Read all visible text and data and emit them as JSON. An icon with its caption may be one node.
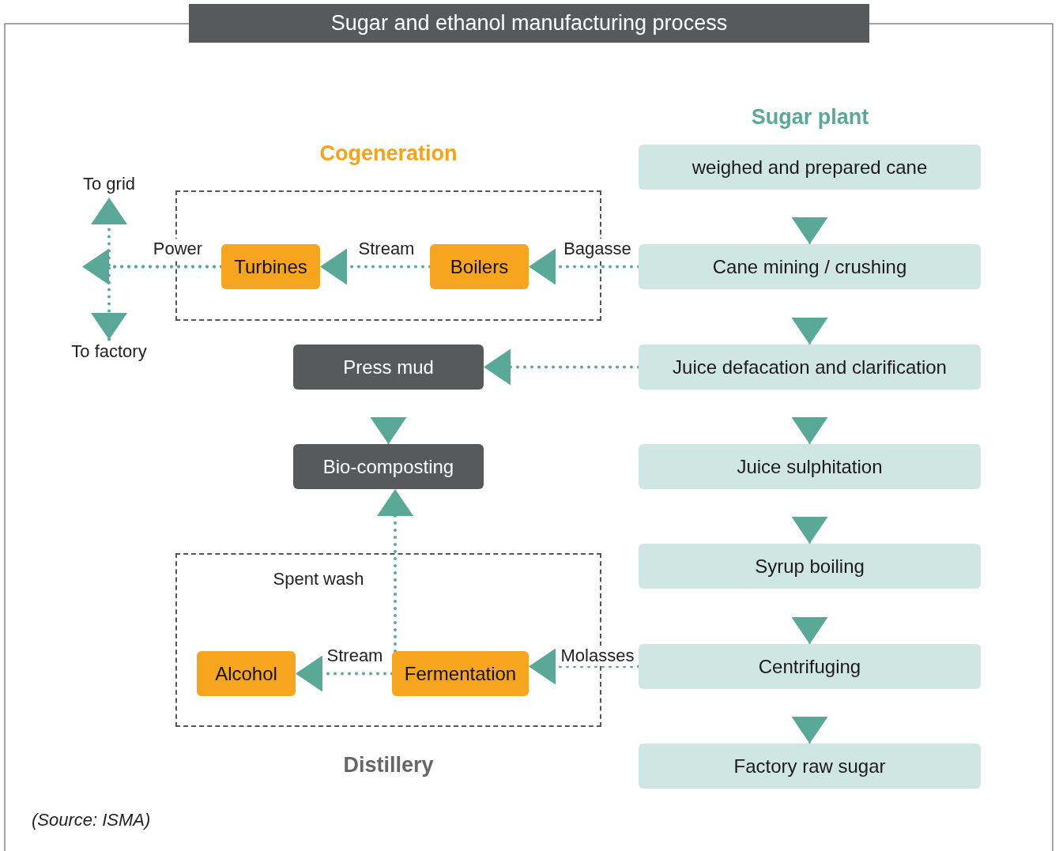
{
  "diagram": {
    "title": "Sugar and ethanol manufacturing process",
    "nodes": [
      {
        "text": [
          "Cogeneration"
        ]
      },
      {
        "text": [
          "Turbines"
        ],
        "in": 0
      },
      {
        "text": [
          "Boilers"
        ],
        "in": 0
      },
      {
        "text": [
          "Distillery"
        ]
      },
      {
        "text": [
          "Alcohol"
        ],
        "in": 3
      },
      {
        "text": [
          "Fermentation"
        ],
        "in": 3
      },
      {
        "text": [
          "Press mud"
        ]
      },
      {
        "text": [
          "Bio-composting"
        ]
      },
      {
        "text": [
          "To grid"
        ]
      },
      {
        "text": [
          "To factory"
        ]
      },
      {
        "text": [
          "weighed and prepared cane"
        ]
      },
      {
        "text": [
          "Cane mining / crushing"
        ]
      },
      {
        "text": [
          "Juice defacation and clarification"
        ]
      },
      {
        "text": [
          "Juice sulphitation"
        ]
      },
      {
        "text": [
          "Syrup boiling"
        ]
      },
      {
        "text": [
          "Centrifuging"
        ]
      },
      {
        "text": [
          "Factory raw sugar"
        ]
      }
    ],
    "edges": [
      {
        "from": 10,
        "to": 11,
        "arrow": "to"
      },
      {
        "from": 11,
        "to": 12,
        "arrow": "to"
      },
      {
        "from": 12,
        "to": 13,
        "arrow": "to"
      },
      {
        "from": 13,
        "to": 14,
        "arrow": "to"
      },
      {
        "from": 14,
        "to": 15,
        "arrow": "to"
      },
      {
        "from": 15,
        "to": 16,
        "arrow": "to"
      },
      {
        "from": 11,
        "to": 2,
        "arrow": "to",
        "label": "Bagasse",
        "style": "dashed"
      },
      {
        "from": 2,
        "to": 1,
        "arrow": "to",
        "label": "Stream",
        "style": "dashed"
      },
      {
        "from": 1,
        "to": 8,
        "arrow": "to",
        "label": "Power",
        "style": "dashed"
      },
      {
        "from": 1,
        "to": 9,
        "arrow": "to",
        "style": "dashed"
      },
      {
        "from": 12,
        "to": 6,
        "arrow": "to",
        "style": "dashed"
      },
      {
        "from": 6,
        "to": 7,
        "arrow": "to"
      },
      {
        "from": 5,
        "to": 7,
        "arrow": "to",
        "label": "Spent wash",
        "style": "dashed"
      },
      {
        "from": 5,
        "to": 4,
        "arrow": "to",
        "label": "Stream",
        "style": "dashed"
      },
      {
        "from": 15,
        "to": 5,
        "arrow": "to",
        "label": "Molasses",
        "style": "dashed"
      }
    ],
    "labels": [
      "Sugar plant",
      "(Source: ISMA)"
    ]
  }
}
